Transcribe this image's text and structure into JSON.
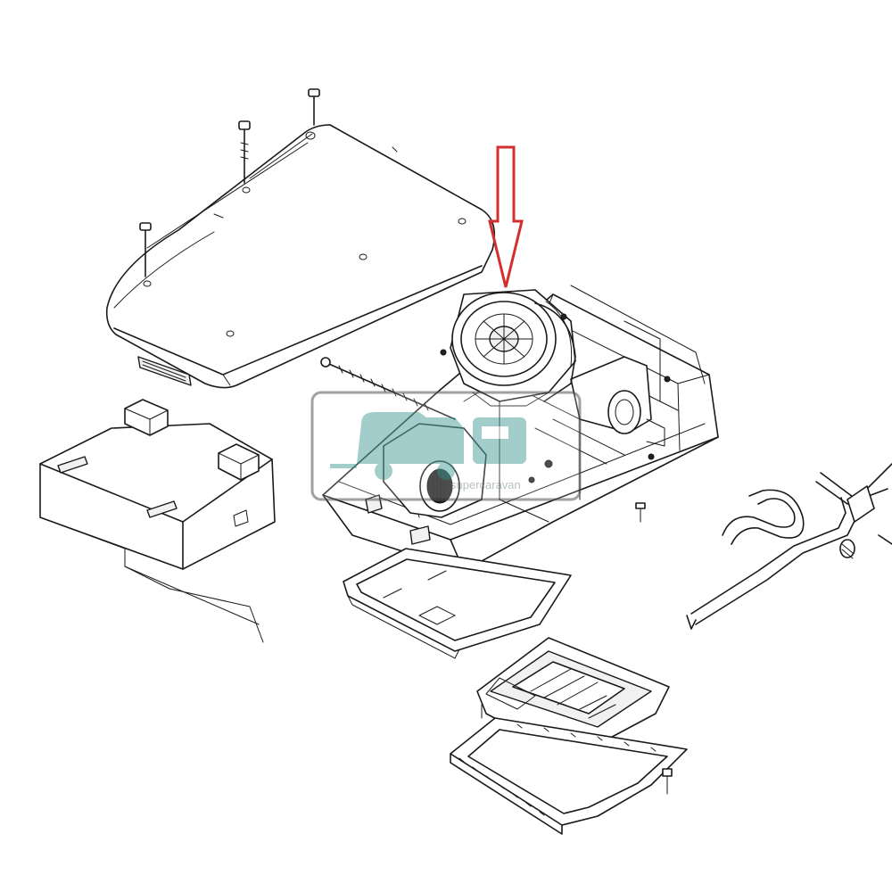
{
  "figure": {
    "type": "exploded-parts-diagram",
    "highlight": {
      "shape": "down-arrow",
      "color": "#d32f2f",
      "target": "fan-assembly"
    }
  },
  "watermark": {
    "text": "supercaravan",
    "logo": "caravan-logo-icon",
    "color": "#58a6a0"
  }
}
